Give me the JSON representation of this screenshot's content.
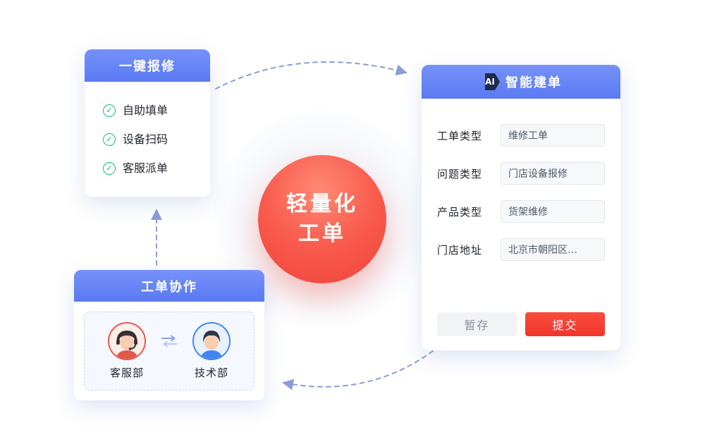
{
  "colors": {
    "header_blue_start": "#7591F9",
    "header_blue_end": "#5B7AF2",
    "center_red": "#F5473F",
    "submit_red": "#F0342B",
    "check_green": "#10C06F",
    "arrow_dash_blue": "#8D9CD9",
    "service_ring": "#E8574C",
    "tech_ring": "#3F86F5"
  },
  "icons": {
    "check": "✓"
  },
  "center_badge": {
    "line1": "轻量化",
    "line2": "工单"
  },
  "repair_card": {
    "title": "一键报修",
    "items": [
      {
        "label": "自助填单"
      },
      {
        "label": "设备扫码"
      },
      {
        "label": "客服派单"
      }
    ]
  },
  "ai_card": {
    "badge": "AI",
    "title": "智能建单",
    "fields": [
      {
        "label": "工单类型",
        "value": "维修工单"
      },
      {
        "label": "问题类型",
        "value": "门店设备报修"
      },
      {
        "label": "产品类型",
        "value": "货架维修"
      },
      {
        "label": "门店地址",
        "value": "北京市朝阳区…"
      }
    ],
    "draft_button": "暂存",
    "submit_button": "提交"
  },
  "collab_card": {
    "title": "工单协作",
    "members": [
      {
        "label": "客服部"
      },
      {
        "label": "技术部"
      }
    ]
  }
}
